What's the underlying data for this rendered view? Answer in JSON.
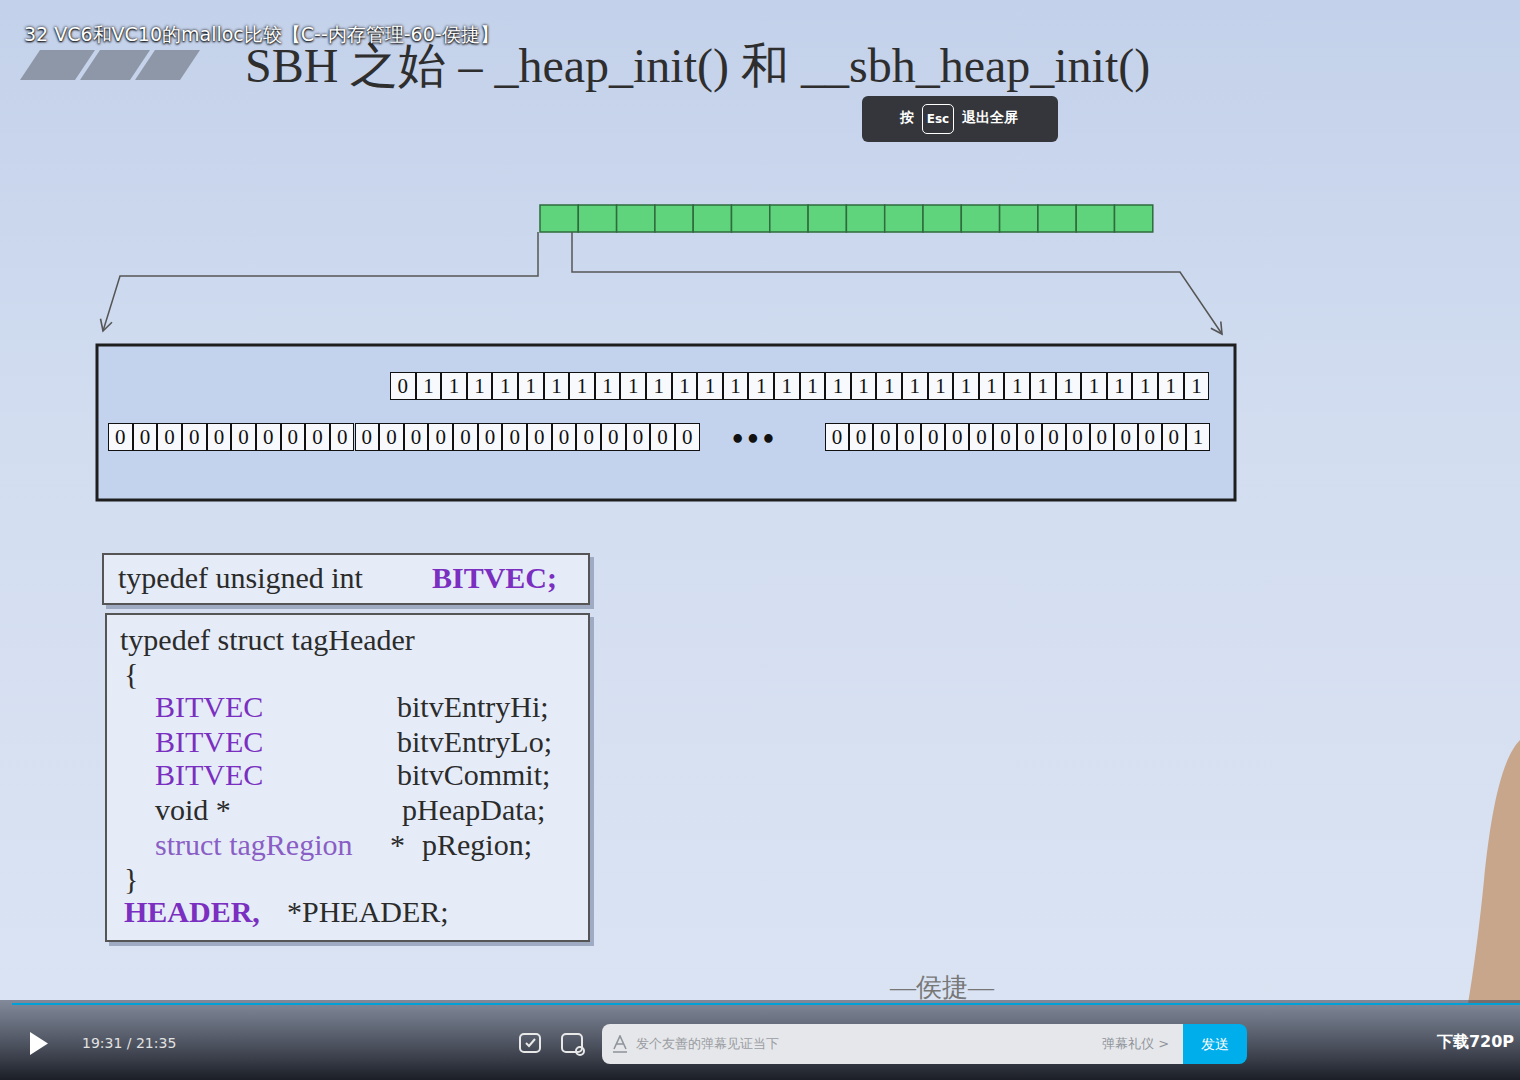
{
  "diagram": {
    "title": "SBH 之始 – _heap_init() 和 __sbh_heap_init()",
    "nodes": [
      {
        "text": [
          "按",
          "退出全屏"
        ]
      },
      {
        "text": [
          "Esc"
        ],
        "in": 0
      },
      {
        "text": [
          "0"
        ]
      },
      {
        "text": [
          "1"
        ]
      },
      {
        "text": [
          "1"
        ]
      },
      {
        "text": [
          "1"
        ]
      },
      {
        "text": [
          "1"
        ]
      },
      {
        "text": [
          "1"
        ]
      },
      {
        "text": [
          "1"
        ]
      },
      {
        "text": [
          "1"
        ]
      },
      {
        "text": [
          "1"
        ]
      },
      {
        "text": [
          "1"
        ]
      },
      {
        "text": [
          "1"
        ]
      },
      {
        "text": [
          "1"
        ]
      },
      {
        "text": [
          "1"
        ]
      },
      {
        "text": [
          "1"
        ]
      },
      {
        "text": [
          "1"
        ]
      },
      {
        "text": [
          "1"
        ]
      },
      {
        "text": [
          "1"
        ]
      },
      {
        "text": [
          "1"
        ]
      },
      {
        "text": [
          "1"
        ]
      },
      {
        "text": [
          "1"
        ]
      },
      {
        "text": [
          "1"
        ]
      },
      {
        "text": [
          "1"
        ]
      },
      {
        "text": [
          "1"
        ]
      },
      {
        "text": [
          "1"
        ]
      },
      {
        "text": [
          "1"
        ]
      },
      {
        "text": [
          "1"
        ]
      },
      {
        "text": [
          "1"
        ]
      },
      {
        "text": [
          "1"
        ]
      },
      {
        "text": [
          "1"
        ]
      },
      {
        "text": [
          "1"
        ]
      },
      {
        "text": [
          "1"
        ]
      },
      {
        "text": [
          "1"
        ]
      },
      {
        "text": [
          "0"
        ]
      },
      {
        "text": [
          "0"
        ]
      },
      {
        "text": [
          "0"
        ]
      },
      {
        "text": [
          "0"
        ]
      },
      {
        "text": [
          "0"
        ]
      },
      {
        "text": [
          "0"
        ]
      },
      {
        "text": [
          "0"
        ]
      },
      {
        "text": [
          "0"
        ]
      },
      {
        "text": [
          "0"
        ]
      },
      {
        "text": [
          "0"
        ]
      },
      {
        "text": [
          "0"
        ]
      },
      {
        "text": [
          "0"
        ]
      },
      {
        "text": [
          "0"
        ]
      },
      {
        "text": [
          "0"
        ]
      },
      {
        "text": [
          "0"
        ]
      },
      {
        "text": [
          "0"
        ]
      },
      {
        "text": [
          "0"
        ]
      },
      {
        "text": [
          "0"
        ]
      },
      {
        "text": [
          "0"
        ]
      },
      {
        "text": [
          "0"
        ]
      },
      {
        "text": [
          "0"
        ]
      },
      {
        "text": [
          "0"
        ]
      },
      {
        "text": [
          "0"
        ]
      },
      {
        "text": [
          "0"
        ]
      },
      {
        "text": [
          "0"
        ]
      },
      {
        "text": [
          "0"
        ]
      },
      {
        "text": [
          "0"
        ]
      },
      {
        "text": [
          "0"
        ]
      },
      {
        "text": [
          "0"
        ]
      },
      {
        "text": [
          "0"
        ]
      },
      {
        "text": [
          "0"
        ]
      },
      {
        "text": [
          "0"
        ]
      },
      {
        "text": [
          "0"
        ]
      },
      {
        "text": [
          "0"
        ]
      },
      {
        "text": [
          "0"
        ]
      },
      {
        "text": [
          "0"
        ]
      },
      {
        "text": [
          "0"
        ]
      },
      {
        "text": [
          "0"
        ]
      },
      {
        "text": [
          "0"
        ]
      },
      {
        "text": [
          "1"
        ]
      },
      {
        "text": [
          "typedef unsigned int",
          "BITVEC;"
        ]
      },
      {
        "text": [
          "typedef struct tagHeader",
          "{",
          "BITVEC",
          "bitvEntryHi;",
          "BITVEC",
          "bitvEntryLo;",
          "BITVEC",
          "bitvCommit;",
          "void *",
          "pHeapData;",
          "struct tagRegion",
          "*",
          "pRegion;",
          "}",
          "HEADER,",
          "*PHEADER;"
        ]
      },
      {
        "text": [
          "发个友善的弹幕见证当下",
          "弹幕礼仪 >"
        ]
      },
      {
        "text": [
          "发送"
        ]
      }
    ],
    "labels": [
      "32 VC6和VC10的malloc比较【C--内存管理-60-侯捷】",
      "•••",
      "—侯捷—",
      "19:31 / 21:35",
      "下载",
      "720P"
    ]
  }
}
